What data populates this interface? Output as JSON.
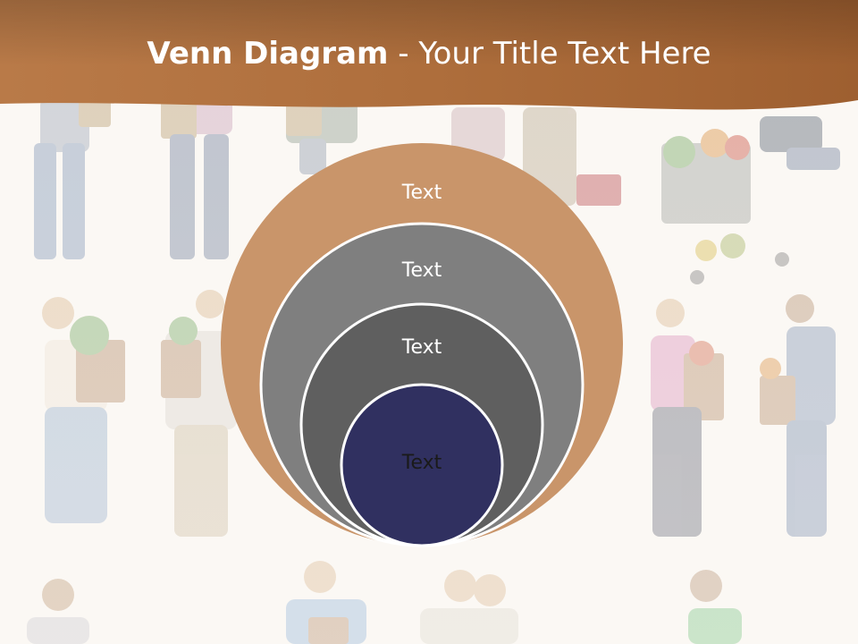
{
  "header": {
    "title_bold": "Venn Diagram",
    "title_rest": " - Your Title Text Here"
  },
  "diagram": {
    "circles": [
      {
        "label": "Text",
        "color": "#c9956a",
        "text_color": "#ffffff"
      },
      {
        "label": "Text",
        "color": "#7f7f7f",
        "text_color": "#ffffff"
      },
      {
        "label": "Text",
        "color": "#5f5f5f",
        "text_color": "#ffffff"
      },
      {
        "label": "Text",
        "color": "#303060",
        "text_color": "#1a1a1a"
      }
    ]
  },
  "colors": {
    "header_band": "#a8693a",
    "background": "#fbf8f4",
    "circle_outline": "#ffffff"
  },
  "background_image": {
    "icon": "shoppers-photo-collage"
  }
}
